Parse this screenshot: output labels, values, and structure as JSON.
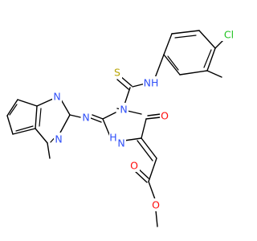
{
  "colors": {
    "background": "#ffffff",
    "bond": "#000000",
    "nitrogen": "#3050f8",
    "oxygen": "#ff0d0d",
    "sulfur": "#b8a400",
    "chlorine": "#1fc31f"
  },
  "atoms": {
    "cl": {
      "text": "Cl",
      "element": "Cl"
    },
    "s": {
      "text": "S",
      "element": "S"
    },
    "nh_thioamide": {
      "text": "NH",
      "element": "N"
    },
    "n_ring1": {
      "text": "N",
      "element": "N"
    },
    "n_imine": {
      "text": "N",
      "element": "N"
    },
    "n_quin_top": {
      "text": "N",
      "element": "N"
    },
    "n_quin_bottom": {
      "text": "N",
      "element": "N"
    },
    "o_ketone": {
      "text": "O",
      "element": "O"
    },
    "h_ring": {
      "text": "H",
      "element": "H"
    },
    "n_ring_nh": {
      "text": "N",
      "element": "N"
    },
    "o_ester_carbonyl": {
      "text": "O",
      "element": "O"
    },
    "o_ester_methoxy": {
      "text": "O",
      "element": "O"
    }
  }
}
